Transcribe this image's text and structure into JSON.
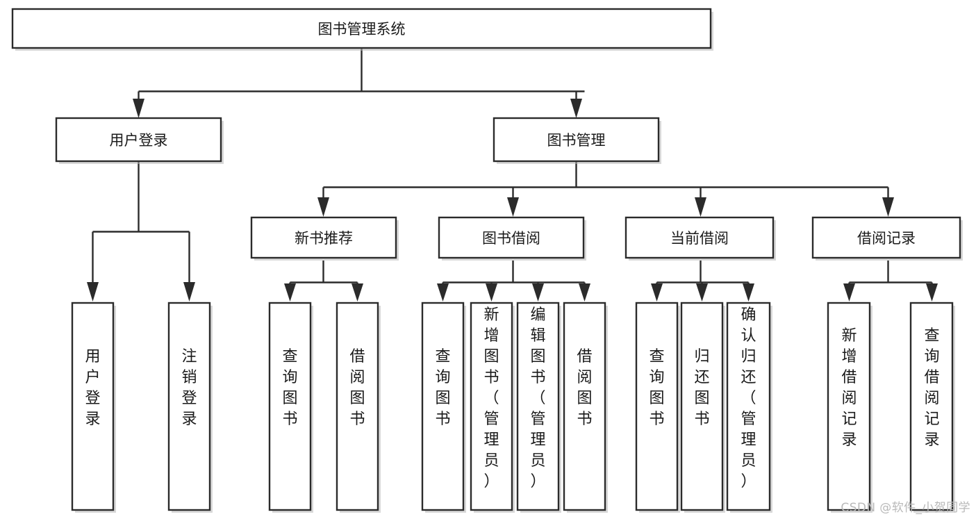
{
  "diagram": {
    "type": "tree",
    "title": "图书管理系统",
    "watermark": "CSDN @软件_小贺同学",
    "nodes": {
      "root": {
        "label": "图书管理系统",
        "level": 0
      },
      "l1_a": {
        "label": "用户登录",
        "level": 1
      },
      "l1_b": {
        "label": "图书管理",
        "level": 1
      },
      "l2_a": {
        "label": "新书推荐",
        "level": 2
      },
      "l2_b": {
        "label": "图书借阅",
        "level": 2
      },
      "l2_c": {
        "label": "当前借阅",
        "level": 2
      },
      "l2_d": {
        "label": "借阅记录",
        "level": 2
      },
      "leaf_1": {
        "label": "用户登录",
        "level": 3
      },
      "leaf_2": {
        "label": "注销登录",
        "level": 3
      },
      "leaf_3": {
        "label": "查询图书",
        "level": 3
      },
      "leaf_4": {
        "label": "借阅图书",
        "level": 3
      },
      "leaf_5": {
        "label": "查询图书",
        "level": 3
      },
      "leaf_6": {
        "label": "新增图书（管理员）",
        "level": 3
      },
      "leaf_7": {
        "label": "编辑图书（管理员）",
        "level": 3
      },
      "leaf_8": {
        "label": "借阅图书",
        "level": 3
      },
      "leaf_9": {
        "label": "查询图书",
        "level": 3
      },
      "leaf_10": {
        "label": "归还图书",
        "level": 3
      },
      "leaf_11": {
        "label": "确认归还（管理员）",
        "level": 3
      },
      "leaf_12": {
        "label": "新增借阅记录",
        "level": 3
      },
      "leaf_13": {
        "label": "查询借阅记录",
        "level": 3
      }
    },
    "edges": [
      {
        "from": "root",
        "to": "l1_a"
      },
      {
        "from": "root",
        "to": "l1_b"
      },
      {
        "from": "l1_a",
        "to": "leaf_1"
      },
      {
        "from": "l1_a",
        "to": "leaf_2"
      },
      {
        "from": "l1_b",
        "to": "l2_a"
      },
      {
        "from": "l1_b",
        "to": "l2_b"
      },
      {
        "from": "l1_b",
        "to": "l2_c"
      },
      {
        "from": "l1_b",
        "to": "l2_d"
      },
      {
        "from": "l2_a",
        "to": "leaf_3"
      },
      {
        "from": "l2_a",
        "to": "leaf_4"
      },
      {
        "from": "l2_b",
        "to": "leaf_5"
      },
      {
        "from": "l2_b",
        "to": "leaf_6"
      },
      {
        "from": "l2_b",
        "to": "leaf_7"
      },
      {
        "from": "l2_b",
        "to": "leaf_8"
      },
      {
        "from": "l2_c",
        "to": "leaf_9"
      },
      {
        "from": "l2_c",
        "to": "leaf_10"
      },
      {
        "from": "l2_c",
        "to": "leaf_11"
      },
      {
        "from": "l2_d",
        "to": "leaf_12"
      },
      {
        "from": "l2_d",
        "to": "leaf_13"
      }
    ],
    "colors": {
      "box_stroke": "#2b2b2b",
      "box_fill": "#ffffff",
      "text": "#1a1a1a",
      "connector": "#2b2b2b",
      "watermark": "#b9b9b9",
      "background": "#ffffff"
    }
  }
}
